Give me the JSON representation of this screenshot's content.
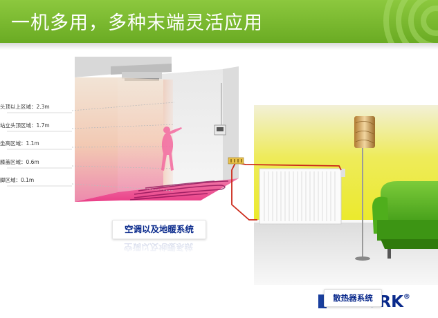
{
  "header": {
    "title": "一机多用，多种末端灵活应用"
  },
  "zones": [
    {
      "label": "头顶以上区域：2.3m"
    },
    {
      "label": "站立头顶区域：1.7m"
    },
    {
      "label": "坐高区域：1.1m"
    },
    {
      "label": "膝盖区域：0.6m"
    },
    {
      "label": "脚区域：0.1m"
    }
  ],
  "captions": {
    "ac_floor": "空调以及地暖系统",
    "radiator": "散热器系统"
  },
  "logo": {
    "text": "YORK",
    "reg": "®"
  },
  "colors": {
    "header_green": "#7bbb2f",
    "caption_blue": "#0a2a8c",
    "wall_yellow": "#eeec2a",
    "sofa_green": "#5ab51f",
    "pipe_red": "#cc2a1a"
  }
}
